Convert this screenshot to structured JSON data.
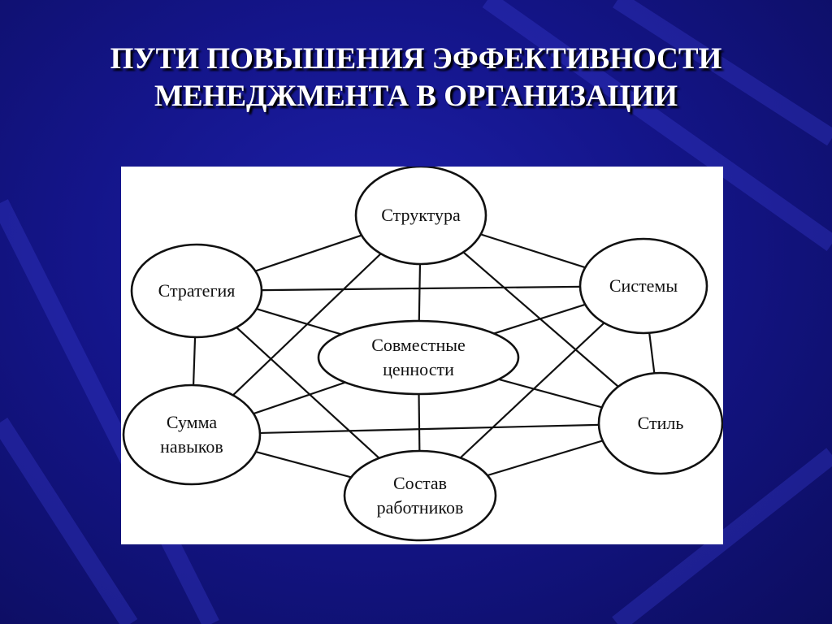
{
  "title": {
    "line1": "ПУТИ ПОВЫШЕНИЯ ЭФФЕКТИВНОСТИ",
    "line2": "МЕНЕДЖМЕНТА В ОРГАНИЗАЦИИ"
  },
  "diagram": {
    "nodes": {
      "structure": [
        "Структура"
      ],
      "systems": [
        "Системы"
      ],
      "style": [
        "Стиль"
      ],
      "staff": [
        "Состав",
        "работников"
      ],
      "skills": [
        "Сумма",
        "навыков"
      ],
      "strategy": [
        "Стратегия"
      ],
      "values": [
        "Совместные",
        "ценности"
      ]
    },
    "edges": [
      [
        "structure",
        "systems"
      ],
      [
        "systems",
        "style"
      ],
      [
        "style",
        "staff"
      ],
      [
        "staff",
        "skills"
      ],
      [
        "skills",
        "strategy"
      ],
      [
        "strategy",
        "structure"
      ],
      [
        "structure",
        "style"
      ],
      [
        "structure",
        "skills"
      ],
      [
        "systems",
        "strategy"
      ],
      [
        "systems",
        "staff"
      ],
      [
        "style",
        "skills"
      ],
      [
        "staff",
        "strategy"
      ],
      [
        "values",
        "structure"
      ],
      [
        "values",
        "systems"
      ],
      [
        "values",
        "style"
      ],
      [
        "values",
        "staff"
      ],
      [
        "values",
        "skills"
      ],
      [
        "values",
        "strategy"
      ]
    ]
  }
}
